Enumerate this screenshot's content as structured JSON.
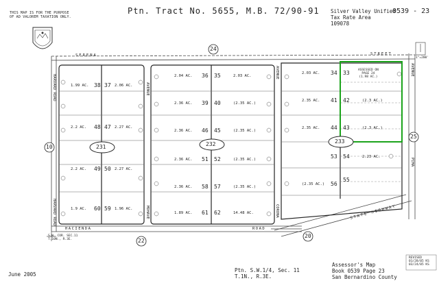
{
  "header": {
    "purpose_note_line1": "THIS MAP IS FOR THE PURPOSE",
    "purpose_note_line2": "OF AD VALOREM TAXATION ONLY.",
    "title": "Ptn. Tract No. 5655, M.B. 72/90-91",
    "district_line1": "Silver Valley Unified",
    "district_line2": "Tax Rate Area",
    "district_line3": "109078",
    "book_page": "0539 - 23"
  },
  "scale": {
    "label": "1\"=200'"
  },
  "streets": {
    "serena": "SERENA",
    "street_top": "STREET",
    "avenue_mid1": "AVENUE",
    "avenue_mid2": "AVENUE",
    "avenue_right": "AVENUE",
    "harvard_road": "HARVARD ROAD",
    "hacienda": "HACIENDA",
    "mohave": "MOHAVE",
    "road": "ROAD",
    "corona": "CORONA",
    "state_highway": "STATE HIGHWAY",
    "pima": "PIMA"
  },
  "circles": {
    "c24": "24",
    "c10": "10",
    "c25": "25",
    "c22": "22",
    "c20": "20"
  },
  "blocks": {
    "b231": "231",
    "b232": "232",
    "b233": "233"
  },
  "parcels": {
    "p38": "38",
    "p37": "37",
    "p48": "48",
    "p47": "47",
    "p49": "49",
    "p50": "50",
    "p60": "60",
    "p59": "59",
    "p36": "36",
    "p35": "35",
    "p39": "39",
    "p40": "40",
    "p46": "46",
    "p45": "45",
    "p51": "51",
    "p52": "52",
    "p58": "58",
    "p57": "57",
    "p61": "61",
    "p62": "62",
    "p34": "34",
    "p33": "33",
    "p41": "41",
    "p42": "42",
    "p44": "44",
    "p43": "43",
    "p53": "53",
    "p54": "54",
    "p56": "56",
    "p55": "55"
  },
  "acreage": {
    "a38": "1.99 AC.",
    "a37": "2.06 AC.",
    "a48": "2.2 AC.",
    "a47": "2.27 AC.",
    "a49": "2.2 AC.",
    "a50": "2.27 AC.",
    "a60": "1.9 AC.",
    "a59": "1.96 AC.",
    "a36": "2.04 AC.",
    "a35": "2.03 AC.",
    "a39": "2.36 AC.",
    "a40": "(2.35 AC.)",
    "a46": "2.36 AC.",
    "a45": "(2.35 AC.)",
    "a51": "2.36 AC.",
    "a52": "(2.35 AC.)",
    "a58": "2.36 AC.",
    "a57": "(2.35 AC.)",
    "a61": "1.89 AC.",
    "a62": "14.48 AC.",
    "a34": "2.03 AC.",
    "a41": "2.35 AC.",
    "a42": "(2.3 AC.)",
    "a44": "2.35 AC.",
    "a43": "(2.3 AC.)",
    "a54": "2.23 AC.",
    "a56": "(2.35 AC.)",
    "a33": "(1.98 AC.)"
  },
  "assessed_note_line1": "ASSESSED ON",
  "assessed_note_line2": "PAGE 24",
  "corner_note_line1": "S.W. COR. SEC.11",
  "corner_note_line2": "T.10N., R.3E.",
  "footer": {
    "date": "June 2005",
    "ptn_line1": "Ptn. S.W.1/4, Sec. 11",
    "ptn_line2": "T.1N., R.3E.",
    "map_line1": "Assessor's Map",
    "map_line2": "Book 0539 Page 23",
    "map_line3": "San Bernardino County"
  },
  "revised": {
    "label": "REVISED",
    "line1": "01/28/05 KS",
    "line2": "03/24/05 KS"
  },
  "colors": {
    "highlight": "#1aa31a",
    "line": "#333333"
  }
}
